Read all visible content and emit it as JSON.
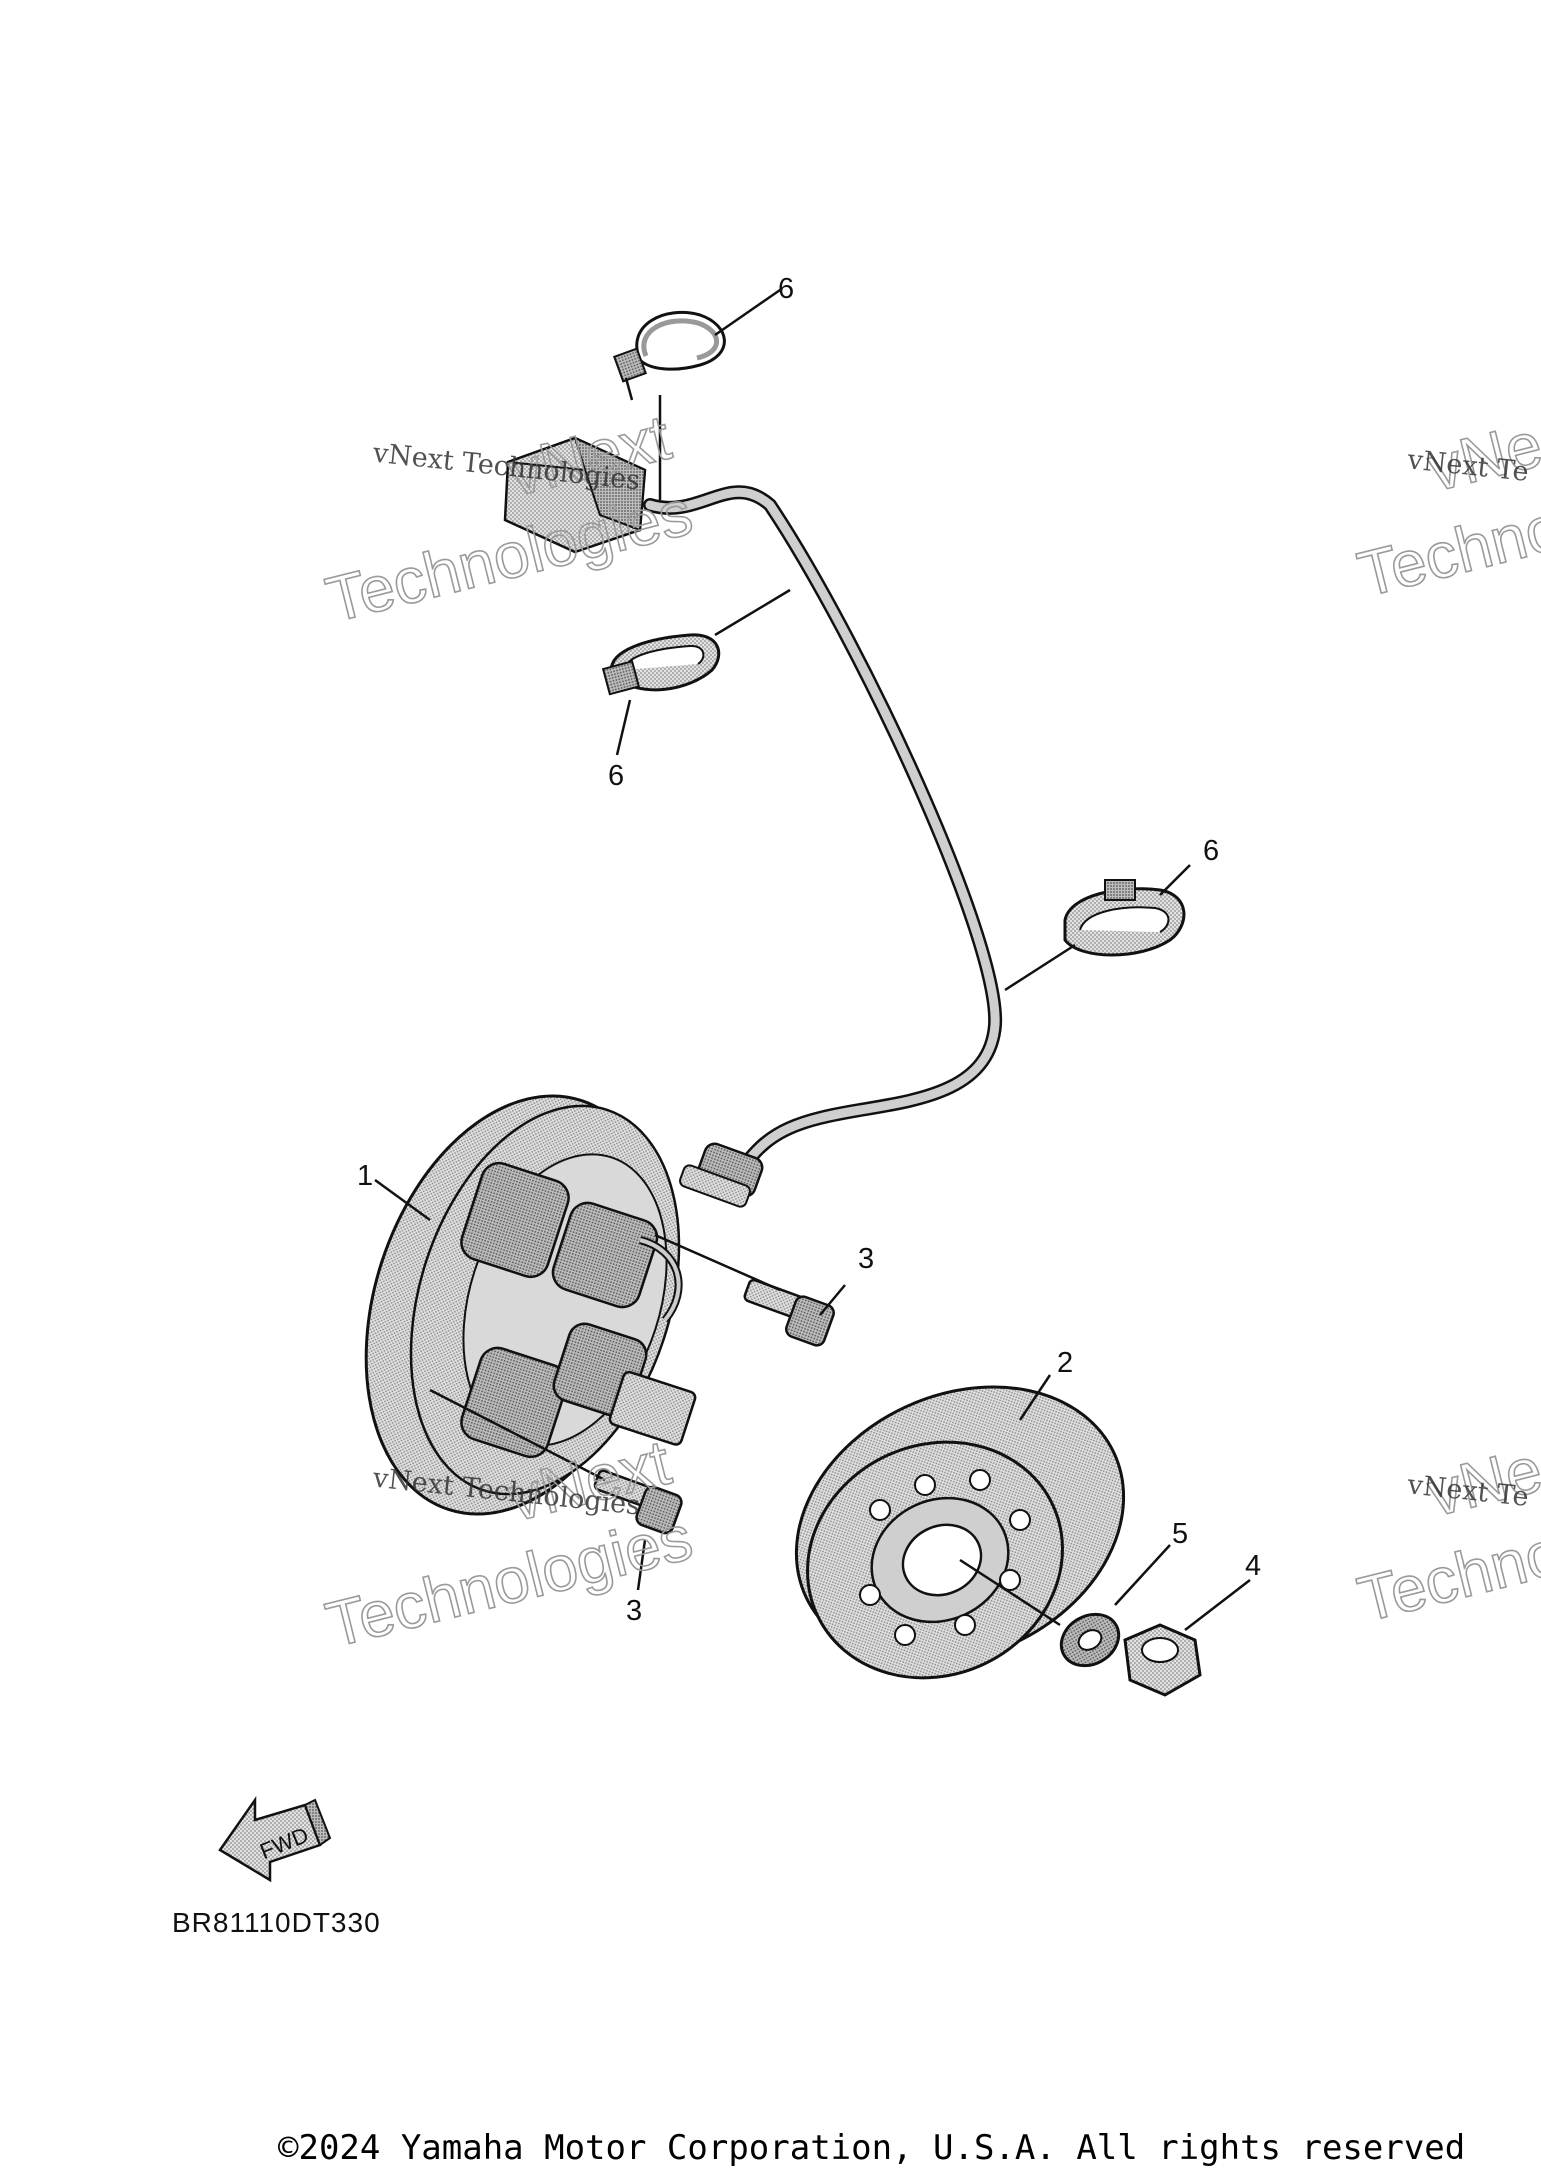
{
  "diagram": {
    "callouts": [
      "6",
      "6",
      "6",
      "1",
      "3",
      "3",
      "2",
      "5",
      "4"
    ],
    "fwd_label": "FWD",
    "diagram_code": "BR81110DT330"
  },
  "watermark": {
    "line1": "vNext Technologies",
    "line2a": "vNext",
    "line2b": "Technologies",
    "partial_line1": "vNext Te",
    "partial_line2a": "vNe",
    "partial_line2b": "Techno"
  },
  "footer": {
    "copyright": "©2024 Yamaha Motor Corporation, U.S.A. All rights reserved"
  },
  "colors": {
    "part_fill": "#c8c8c8",
    "part_shade": "#9a9a9a",
    "line": "#111111"
  }
}
